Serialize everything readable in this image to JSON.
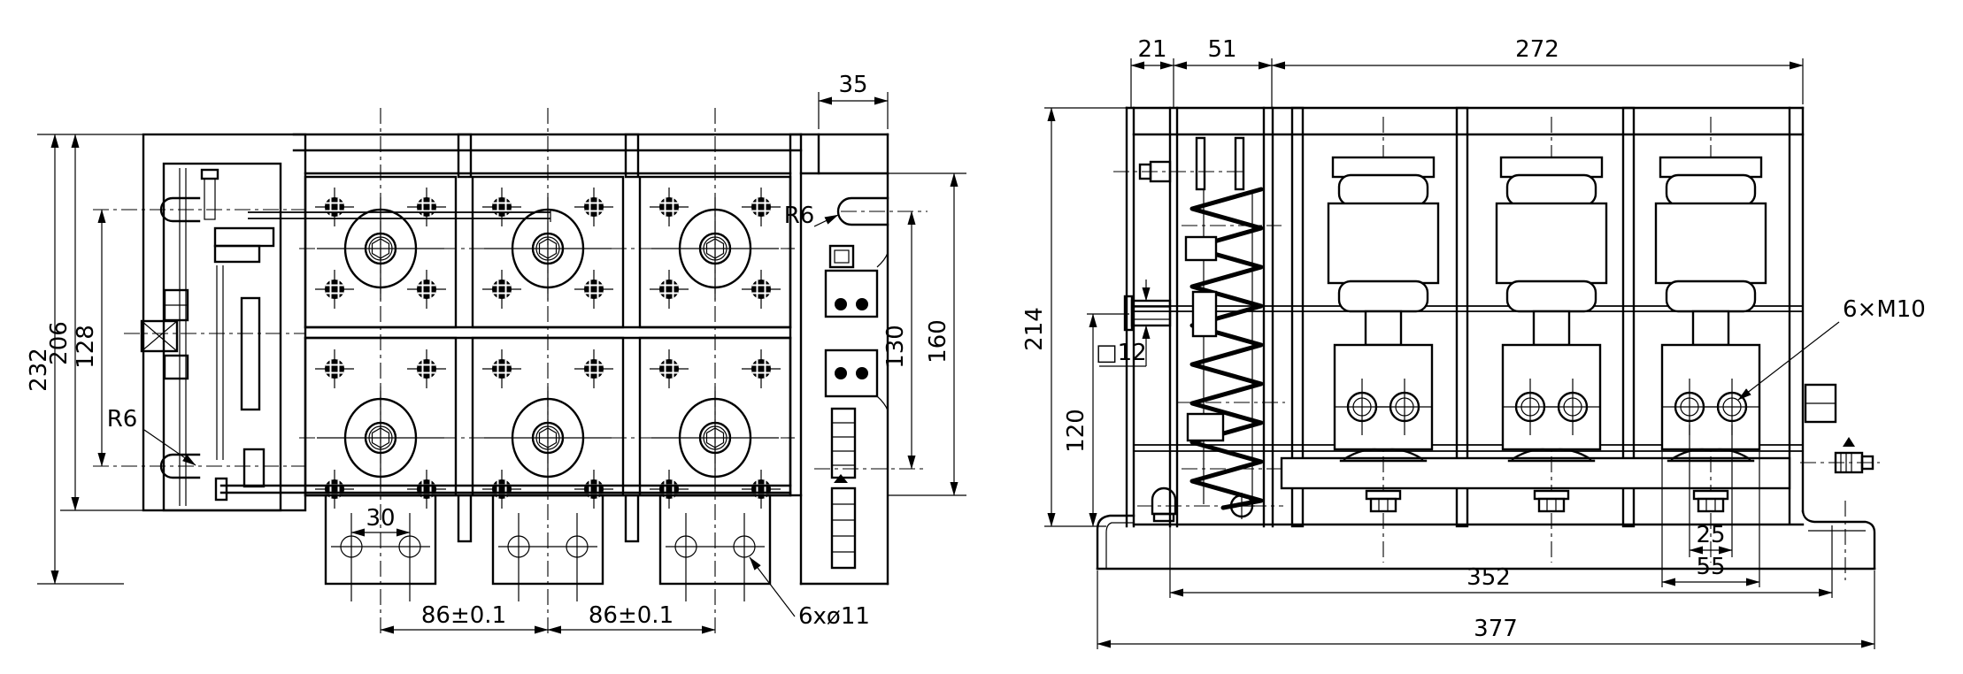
{
  "drawing": {
    "colors": {
      "background": "#ffffff",
      "line": "#000000"
    },
    "front_view": {
      "dim_overall_height": "232",
      "dim_frame_height": "206",
      "dim_mechanism_height": "128",
      "fillet_lower_left": "R6",
      "fillet_upper_right": "R6",
      "dim_top_step": "35",
      "dim_bracket_inner": "130",
      "dim_bracket_height": "160",
      "dim_foot_hole_spacing": "30",
      "dim_pole_pitch_left": "86±0.1",
      "dim_pole_pitch_right": "86±0.1",
      "callout_mounting_holes": "6xø11"
    },
    "side_view": {
      "dim_front_offset": "21",
      "dim_mechanism_depth": "51",
      "dim_body_depth": "272",
      "dim_overall_height": "214",
      "dim_terminal_height": "120",
      "callout_square_shaft": "□12",
      "callout_terminal_thread": "6×M10",
      "dim_terminal_spacing": "25",
      "dim_pad_width": "55",
      "dim_base_width": "352",
      "dim_overall_width": "377"
    }
  }
}
